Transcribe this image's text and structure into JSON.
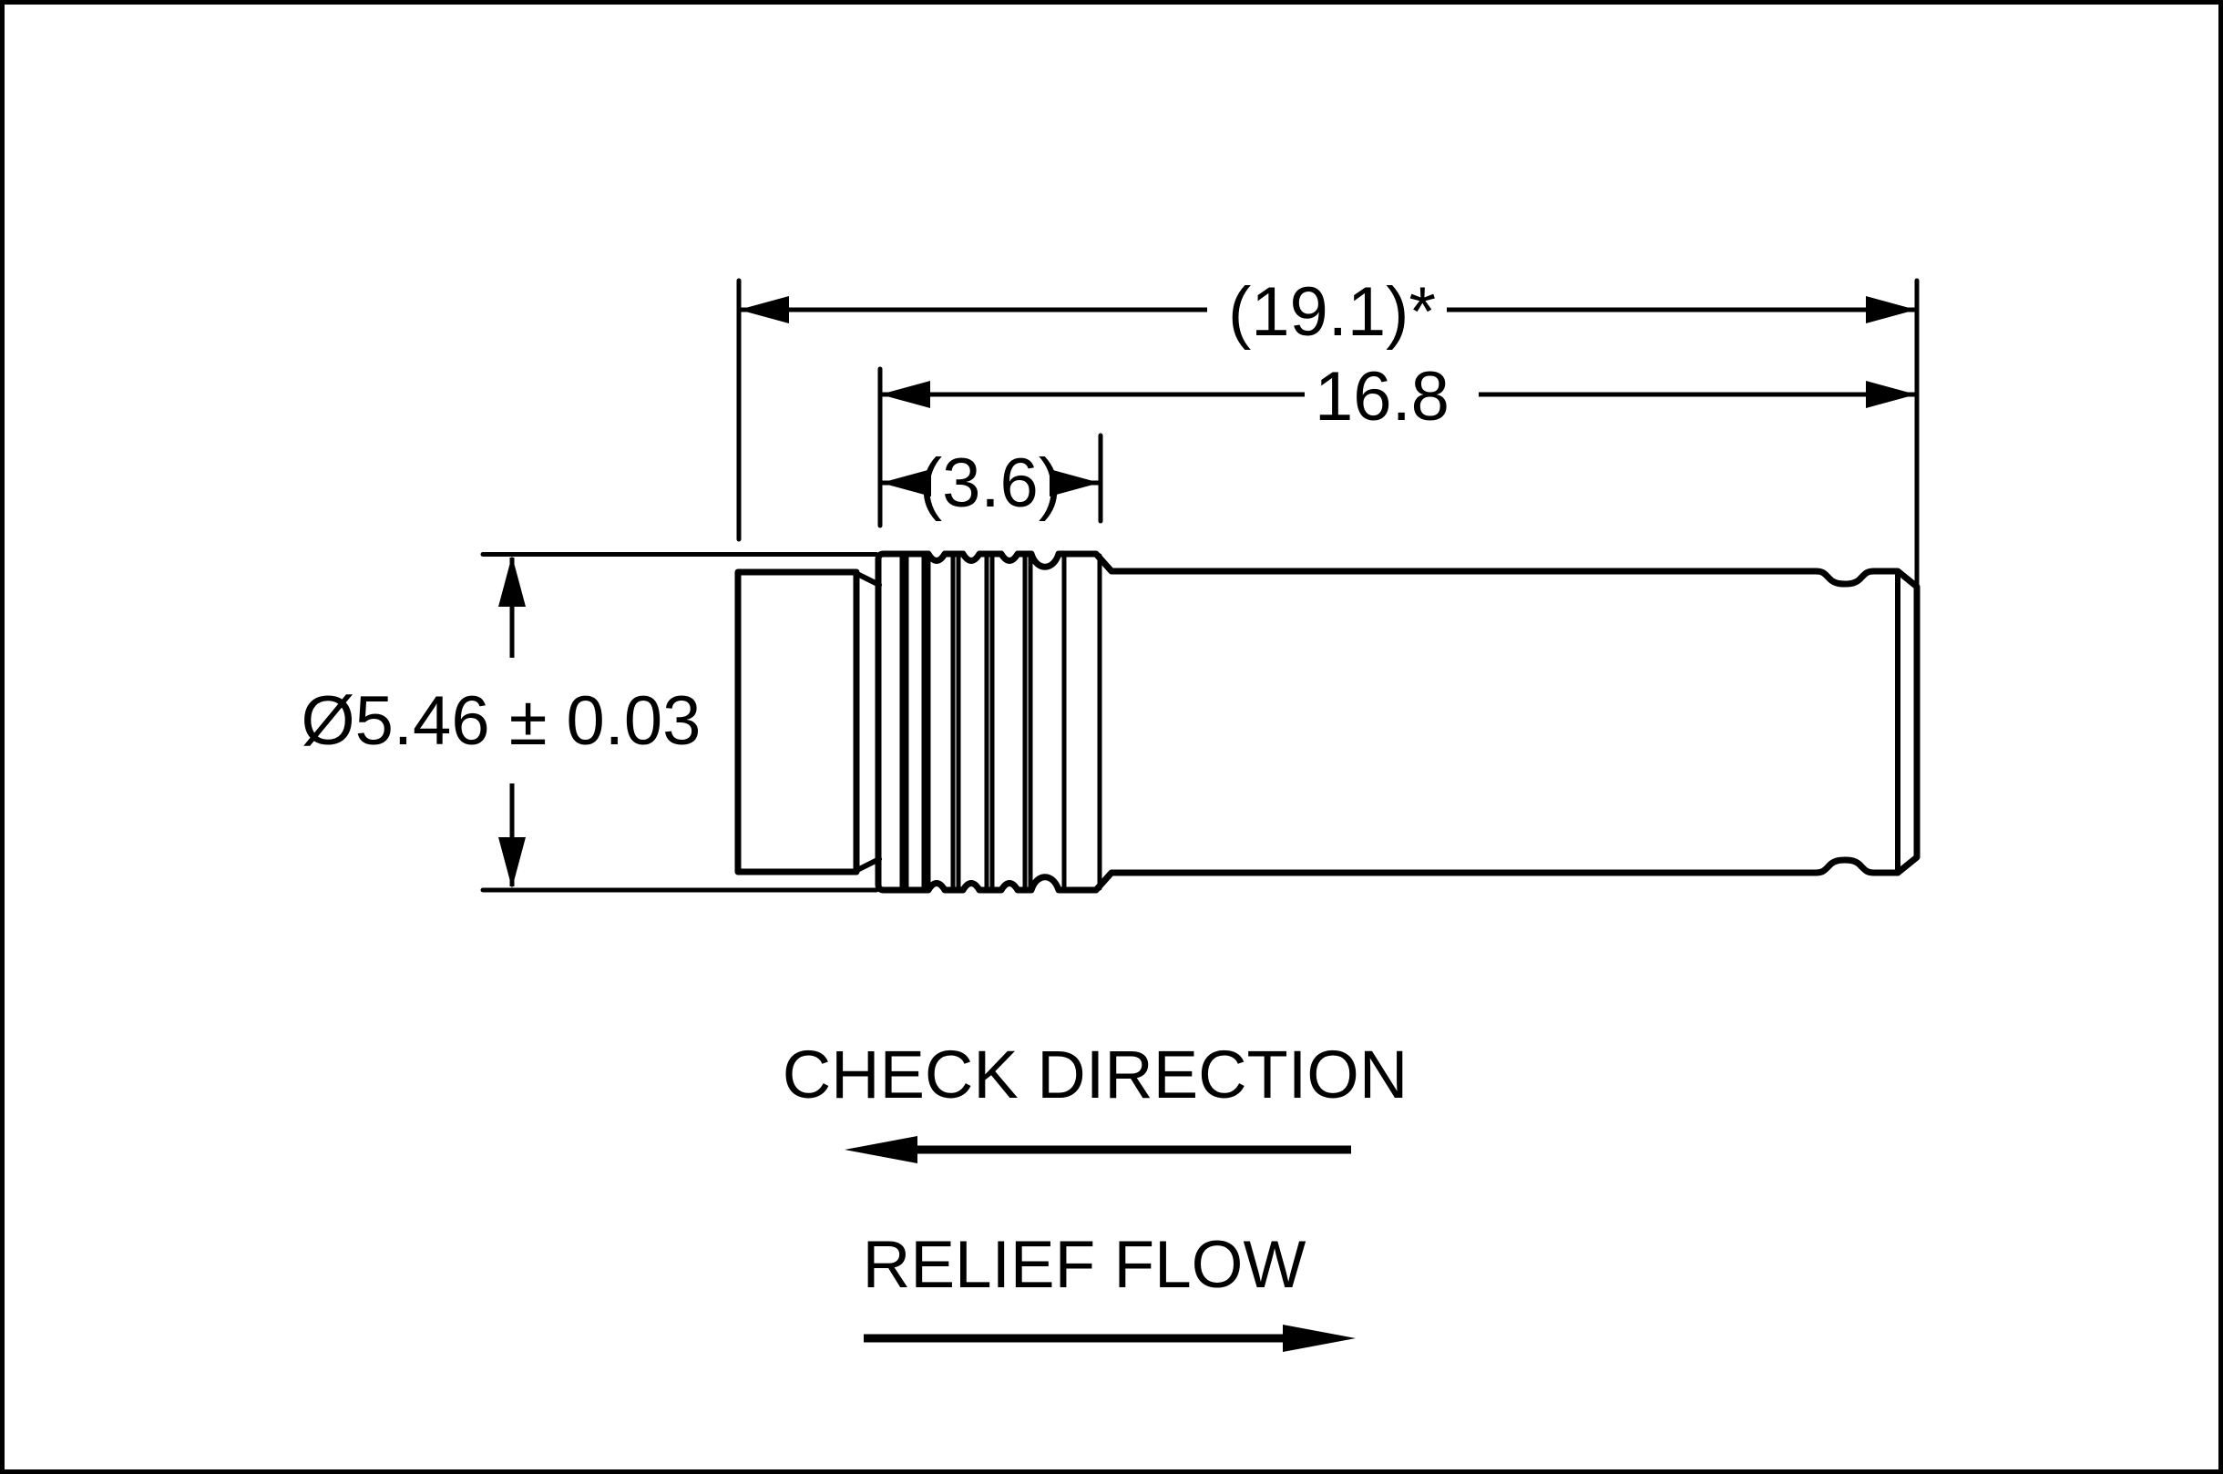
{
  "drawing": {
    "type": "engineering-drawing",
    "part": "check-valve-cartridge-side-view",
    "dimensions": {
      "overall_length": {
        "label": "(19.1)*"
      },
      "shank_length": {
        "label": "16.8"
      },
      "thread_length": {
        "label": "(3.6)"
      },
      "diameter": {
        "label": "Ø5.46 ± 0.03"
      }
    },
    "flow": {
      "check_direction": {
        "label": "CHECK DIRECTION",
        "direction": "left"
      },
      "relief_flow": {
        "label": "RELIEF FLOW",
        "direction": "right"
      }
    },
    "colors": {
      "ink": "#000000",
      "paper": "#ffffff"
    }
  }
}
